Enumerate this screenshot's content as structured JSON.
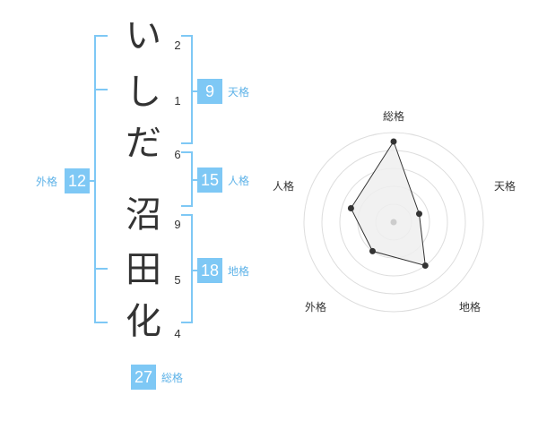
{
  "colors": {
    "accent": "#7ec8f5",
    "label": "#5fb3e8",
    "text": "#333333"
  },
  "characters": [
    {
      "char": "い",
      "strokes": "2"
    },
    {
      "char": "し",
      "strokes": "1"
    },
    {
      "char": "だ",
      "strokes": "6"
    },
    {
      "char": "沼",
      "strokes": "9"
    },
    {
      "char": "田",
      "strokes": "5"
    },
    {
      "char": "化",
      "strokes": "4"
    }
  ],
  "kakusu": {
    "tenkaku": {
      "value": "9",
      "label": "天格"
    },
    "jinkaku": {
      "value": "15",
      "label": "人格"
    },
    "chikaku": {
      "value": "18",
      "label": "地格"
    },
    "gaikaku": {
      "value": "12",
      "label": "外格"
    },
    "soukaku": {
      "value": "27",
      "label": "総格"
    }
  },
  "chart_data": {
    "type": "radar",
    "axes": [
      "総格",
      "天格",
      "地格",
      "外格",
      "人格"
    ],
    "values": [
      27,
      9,
      18,
      12,
      15
    ]
  }
}
